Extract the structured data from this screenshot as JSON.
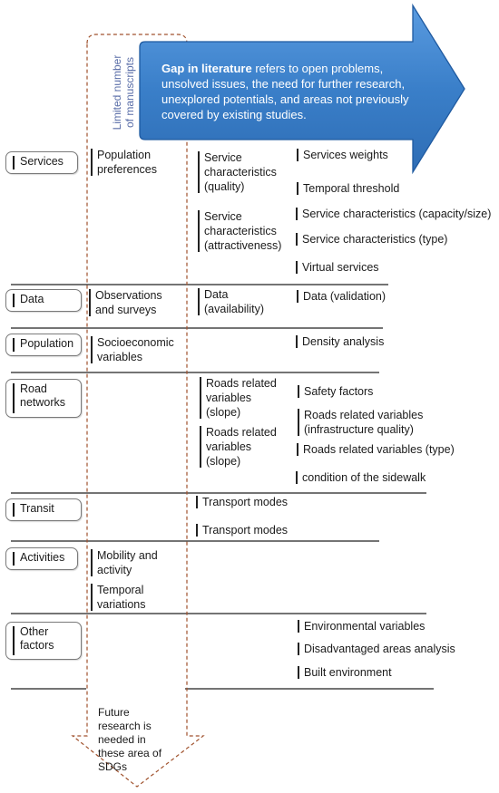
{
  "column_label": "Limited number of manuscripts",
  "banner": {
    "bold": "Gap in literature",
    "rest": " refers to open problems, unsolved issues, the need for further research, unexplored potentials, and areas not previously covered by existing studies."
  },
  "footer_text": "Future research is needed in these area of SDGs",
  "colors": {
    "arrow_fill": "#3a7fc9",
    "arrow_edge": "#1f5aa0",
    "dashed_outline": "#a0522d",
    "column_label": "#5a6ea8"
  },
  "categories": [
    {
      "label": "Services",
      "limited": [
        "Population preferences"
      ],
      "middle": [
        "Service characteristics (quality)",
        "Service characteristics (attractiveness)"
      ],
      "gaps": [
        "Services weights",
        "Temporal  threshold",
        "Service characteristics (capacity/size)",
        "Service characteristics (type)",
        "Virtual services"
      ]
    },
    {
      "label": "Data",
      "limited": [
        "Observations and surveys"
      ],
      "middle": [
        "Data (availability)"
      ],
      "gaps": [
        "Data (validation)"
      ]
    },
    {
      "label": "Population",
      "limited": [
        "Socioeconomic variables"
      ],
      "middle": [],
      "gaps": [
        "Density analysis"
      ]
    },
    {
      "label": "Road networks",
      "limited": [],
      "middle": [
        "Roads related variables (slope)",
        "Roads related variables (slope)"
      ],
      "gaps": [
        "Safety factors",
        "Roads related variables (infrastructure quality)",
        "Roads related variables (type)",
        "condition of the sidewalk"
      ]
    },
    {
      "label": "Transit",
      "limited": [],
      "middle": [
        "Transport modes",
        "Transport modes"
      ],
      "gaps": []
    },
    {
      "label": "Activities",
      "limited": [
        "Mobility and activity",
        "Temporal variations"
      ],
      "middle": [],
      "gaps": []
    },
    {
      "label": "Other factors",
      "limited": [],
      "middle": [],
      "gaps": [
        "Environmental variables",
        "Disadvantaged areas analysis",
        "Built environment"
      ]
    }
  ]
}
